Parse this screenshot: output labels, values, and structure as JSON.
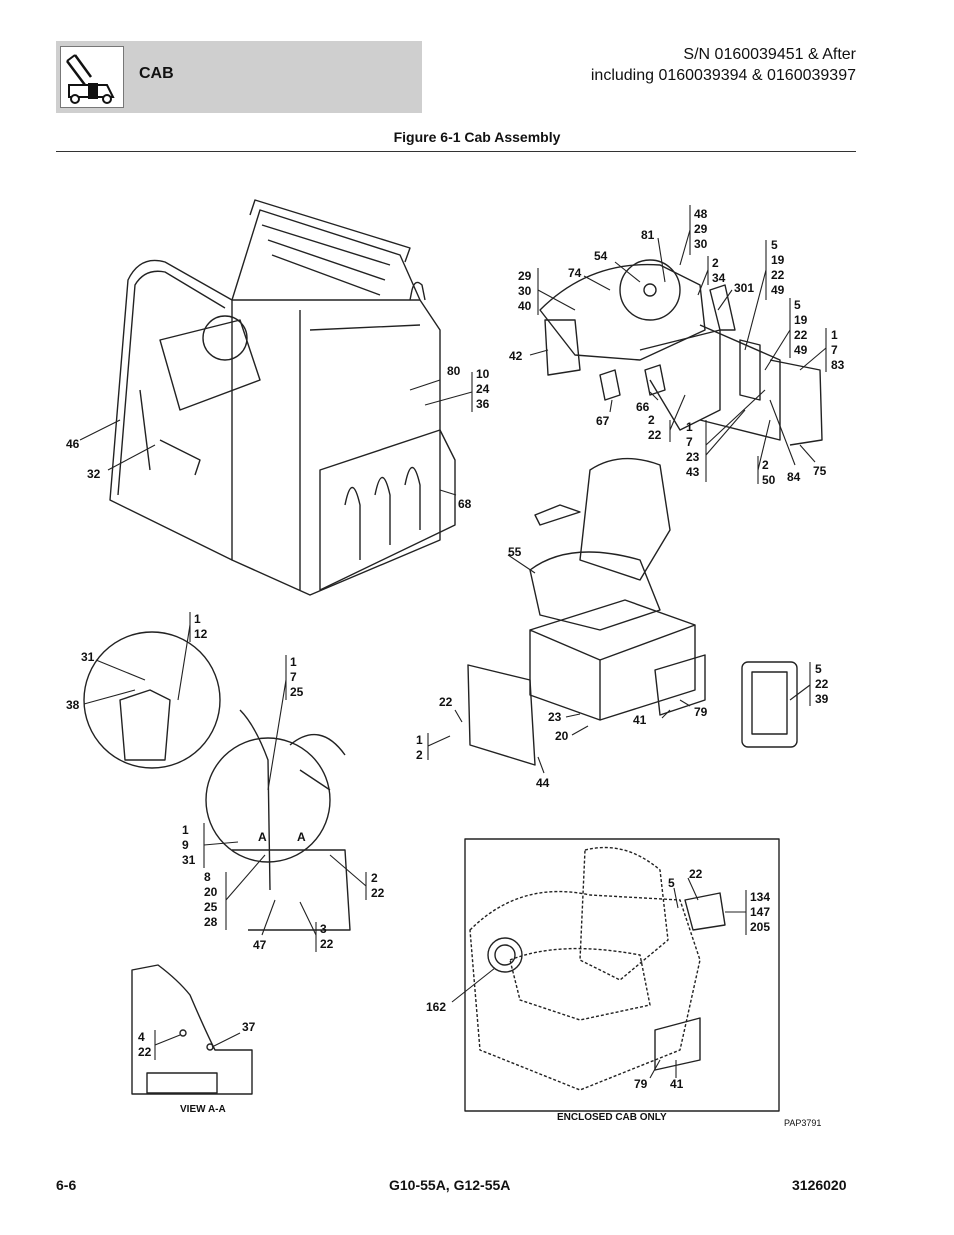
{
  "header": {
    "section": "CAB",
    "sn_line1": "S/N 0160039451 & After",
    "sn_line2": "including 0160039394 & 0160039397"
  },
  "figure_title": "Figure 6-1 Cab Assembly",
  "callouts": [
    {
      "id": "c46",
      "text": "46"
    },
    {
      "id": "c32",
      "text": "32"
    },
    {
      "id": "c80",
      "text": "80"
    },
    {
      "id": "c10",
      "text": "10\n24\n36"
    },
    {
      "id": "c68",
      "text": "68"
    },
    {
      "id": "c48",
      "text": "48\n29\n30"
    },
    {
      "id": "c81",
      "text": "81"
    },
    {
      "id": "c54",
      "text": "54"
    },
    {
      "id": "c74",
      "text": "74"
    },
    {
      "id": "c29",
      "text": "29\n30\n40"
    },
    {
      "id": "c2_34",
      "text": "2\n34"
    },
    {
      "id": "c301",
      "text": "301"
    },
    {
      "id": "c5a",
      "text": "5\n19\n22\n49"
    },
    {
      "id": "c5b",
      "text": "5\n19\n22\n49"
    },
    {
      "id": "c1_7_83",
      "text": "1\n7\n83"
    },
    {
      "id": "c42",
      "text": "42"
    },
    {
      "id": "c67",
      "text": "67"
    },
    {
      "id": "c66",
      "text": "66"
    },
    {
      "id": "c2_22a",
      "text": "2\n22"
    },
    {
      "id": "c1_7_23_43",
      "text": "1\n7\n23\n43"
    },
    {
      "id": "c2_50",
      "text": "2\n50"
    },
    {
      "id": "c84",
      "text": "84"
    },
    {
      "id": "c75",
      "text": "75"
    },
    {
      "id": "c55",
      "text": "55"
    },
    {
      "id": "c1_12",
      "text": "1\n12"
    },
    {
      "id": "c31",
      "text": "31"
    },
    {
      "id": "c38",
      "text": "38"
    },
    {
      "id": "c1_7_25",
      "text": "1\n7\n25"
    },
    {
      "id": "c22a",
      "text": "22"
    },
    {
      "id": "c1_2",
      "text": "1\n2"
    },
    {
      "id": "c23",
      "text": "23"
    },
    {
      "id": "c20",
      "text": "20"
    },
    {
      "id": "c41a",
      "text": "41"
    },
    {
      "id": "c79a",
      "text": "79"
    },
    {
      "id": "c44",
      "text": "44"
    },
    {
      "id": "c5_22_39",
      "text": "5\n22\n39"
    },
    {
      "id": "c1_9_31",
      "text": "1\n9\n31"
    },
    {
      "id": "cA1",
      "text": "A"
    },
    {
      "id": "cA2",
      "text": "A"
    },
    {
      "id": "c8",
      "text": "8\n20\n25\n28"
    },
    {
      "id": "c2_22b",
      "text": "2\n22"
    },
    {
      "id": "c47",
      "text": "47"
    },
    {
      "id": "c3_22",
      "text": "3\n22"
    },
    {
      "id": "c22b",
      "text": "22"
    },
    {
      "id": "c5c",
      "text": "5"
    },
    {
      "id": "c134",
      "text": "134\n147\n205"
    },
    {
      "id": "c162",
      "text": "162"
    },
    {
      "id": "c79b",
      "text": "79"
    },
    {
      "id": "c41b",
      "text": "41"
    },
    {
      "id": "c4_22",
      "text": "4\n22"
    },
    {
      "id": "c37",
      "text": "37"
    }
  ],
  "captions": {
    "view_aa": "VIEW A-A",
    "enclosed": "ENCLOSED CAB ONLY",
    "pap": "PAP3791"
  },
  "footer": {
    "page": "6-6",
    "model": "G10-55A, G12-55A",
    "doc": "3126020"
  }
}
